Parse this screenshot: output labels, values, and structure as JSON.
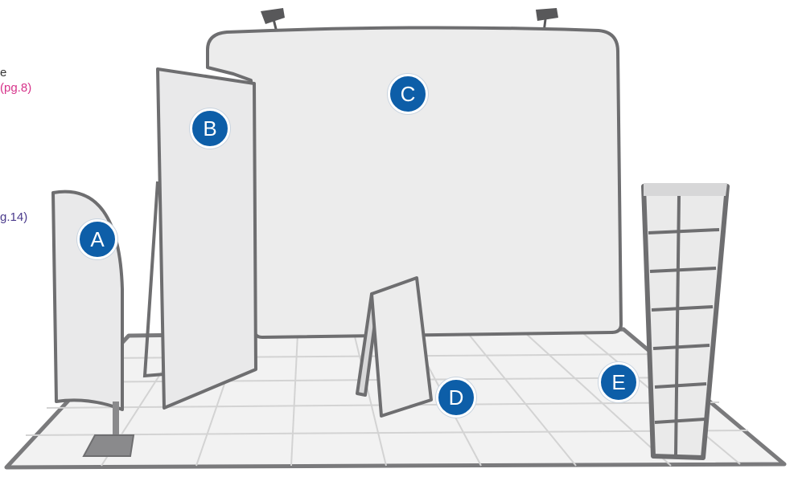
{
  "side_notes": {
    "line1": "e",
    "line2": "(pg.8)",
    "line3": "g.14)"
  },
  "labels": {
    "a": "A",
    "b": "B",
    "c": "C",
    "d": "D",
    "e": "E"
  },
  "colors": {
    "badge_fill": "#0d5ea8",
    "sketch_stroke": "#6e6e70",
    "panel_fill": "#ececec",
    "floor_fill": "#f2f2f2",
    "pink_text": "#d6338a",
    "purple_text": "#4a3a8c"
  }
}
